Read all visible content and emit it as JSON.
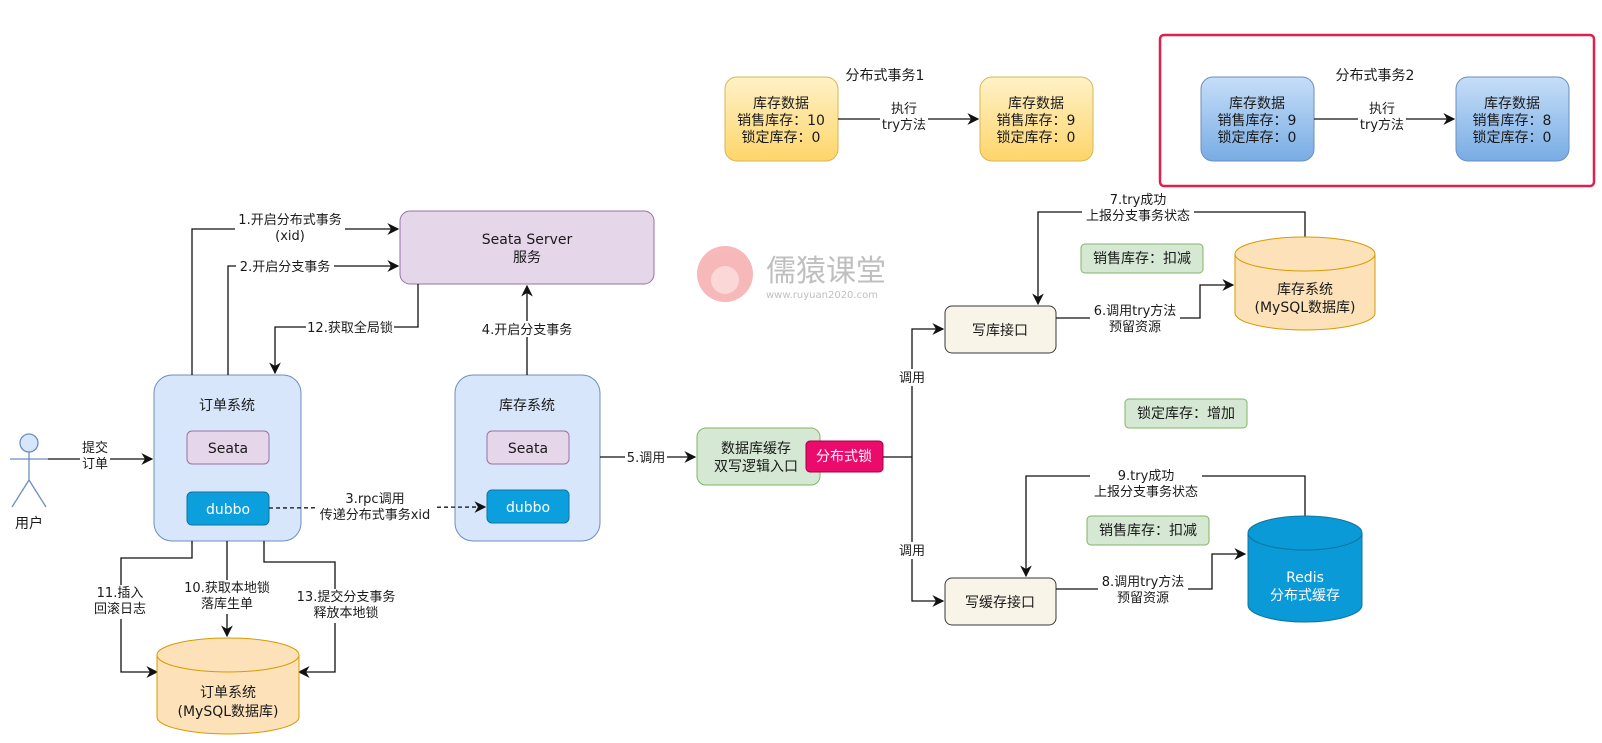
{
  "transaction1": {
    "title": "分布式事务1",
    "edge_label": [
      "执行",
      "try方法"
    ],
    "before": {
      "lines": [
        "库存数据",
        "销售库存：10",
        "锁定库存：0"
      ]
    },
    "after": {
      "lines": [
        "库存数据",
        "销售库存：9",
        "锁定库存：0"
      ]
    }
  },
  "transaction2": {
    "title": "分布式事务2",
    "edge_label": [
      "执行",
      "try方法"
    ],
    "before": {
      "lines": [
        "库存数据",
        "销售库存：9",
        "锁定库存：0"
      ]
    },
    "after": {
      "lines": [
        "库存数据",
        "销售库存：8",
        "锁定库存：0"
      ]
    },
    "highlight_color": "#e0204a"
  },
  "seata_server": {
    "lines": [
      "Seata Server",
      "服务"
    ]
  },
  "watermark": {
    "name": "儒猿课堂",
    "url": "www.ruyuan2020.com"
  },
  "user": {
    "label": "用户",
    "edge_label": [
      "提交",
      "订单"
    ]
  },
  "order_system": {
    "title": "订单系统",
    "seata": "Seata",
    "dubbo": "dubbo"
  },
  "inventory_system": {
    "title": "库存系统",
    "seata": "Seata",
    "dubbo": "dubbo"
  },
  "order_db": {
    "lines": [
      "订单系统",
      "(MySQL数据库)"
    ]
  },
  "inventory_db": {
    "lines": [
      "库存系统",
      "(MySQL数据库)"
    ]
  },
  "redis": {
    "lines": [
      "Redis",
      "分布式缓存"
    ]
  },
  "dual_write": {
    "lines": [
      "数据库缓存",
      "双写逻辑入口"
    ],
    "lock": "分布式锁"
  },
  "write_db": {
    "label": "写库接口"
  },
  "write_cache": {
    "label": "写缓存接口"
  },
  "notes": {
    "db_sales": "销售库存：扣减",
    "locked_add": "锁定库存：增加",
    "cache_sales": "销售库存：扣减"
  },
  "edges": {
    "e1": [
      "1.开启分布式事务",
      "(xid)"
    ],
    "e2": "2.开启分支事务",
    "e3": [
      "3.rpc调用",
      "传递分布式事务xid"
    ],
    "e4": "4.开启分支事务",
    "e5": "5.调用",
    "e6": [
      "6.调用try方法",
      "预留资源"
    ],
    "e7": [
      "7.try成功",
      "上报分支事务状态"
    ],
    "e8": [
      "8.调用try方法",
      "预留资源"
    ],
    "e9": [
      "9.try成功",
      "上报分支事务状态"
    ],
    "e10": [
      "10.获取本地锁",
      "落库生单"
    ],
    "e11": [
      "11.插入",
      "回滚日志"
    ],
    "e12": "12.获取全局锁",
    "e13": [
      "13.提交分支事务",
      "释放本地锁"
    ],
    "call_up": "调用",
    "call_down": "调用"
  },
  "colors": {
    "yellow_fill": "#ffe49a",
    "blue_fill": "#8fbcea",
    "purple_fill": "#e6d6ea",
    "system_fill": "#d7e6fa",
    "dubbo_fill": "#0ba0dd",
    "green_fill": "#d5e8d4",
    "lock_fill": "#ea0b6d",
    "db_fill": "#fde1b9",
    "redis_fill": "#0a9ad8",
    "iface_fill": "#f8f4e8"
  }
}
